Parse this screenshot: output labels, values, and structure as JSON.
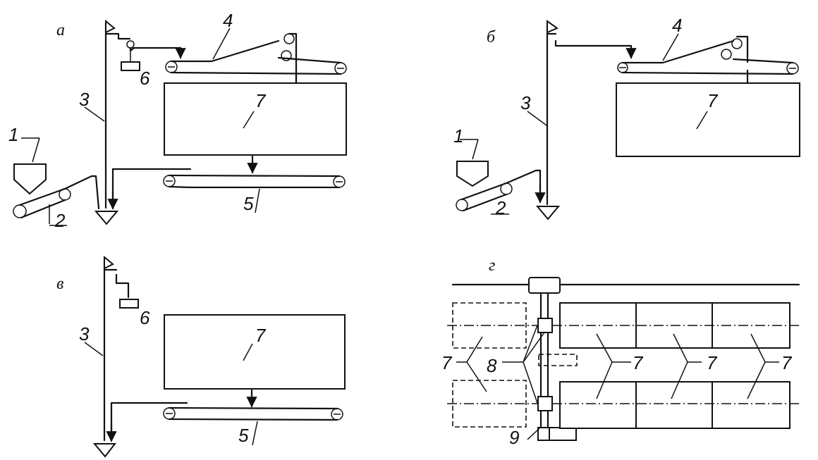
{
  "panels": {
    "a": "а",
    "b": "б",
    "v": "в",
    "g": "г"
  },
  "labels": {
    "n1": "1",
    "n2": "2",
    "n3": "3",
    "n4": "4",
    "n5": "5",
    "n6": "6",
    "n7": "7",
    "n8": "8",
    "n9": "9"
  }
}
